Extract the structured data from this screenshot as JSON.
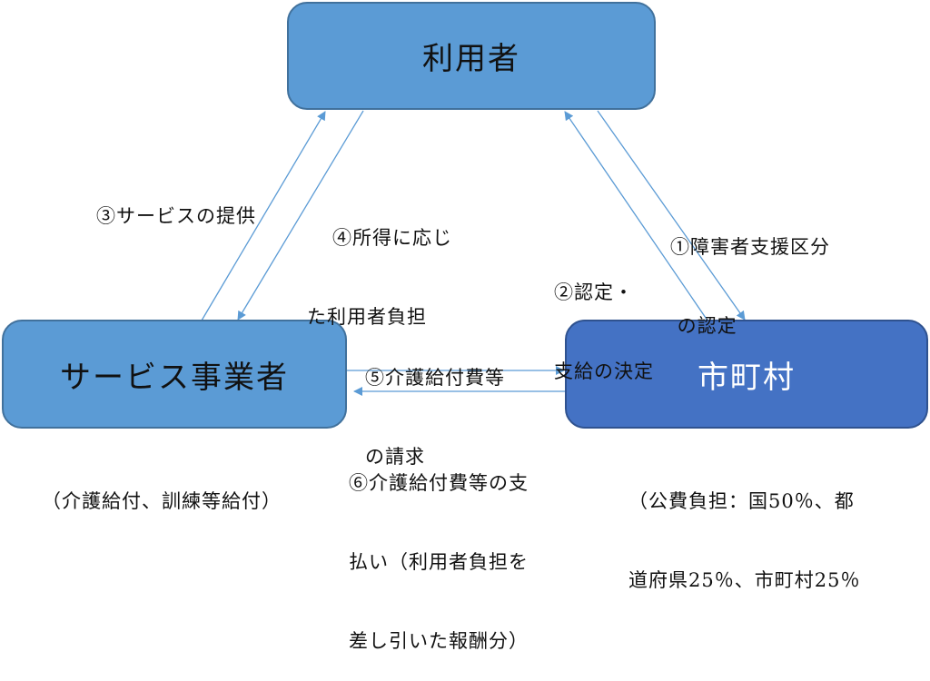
{
  "nodes": {
    "user": {
      "label": "利用者"
    },
    "provider": {
      "label": "サービス事業者",
      "note": "（介護給付、訓練等給付）"
    },
    "city": {
      "label": "市町村",
      "note_line1": "（公費負担：国50％、都",
      "note_line2": "道府県25％、市町村25％"
    }
  },
  "flows": [
    {
      "id": "1",
      "line1": "①障害者支援区分",
      "line2": " の認定",
      "from": "user",
      "to": "city"
    },
    {
      "id": "2",
      "line1": "②認定・",
      "line2": "支給の決定",
      "from": "city",
      "to": "user"
    },
    {
      "id": "3",
      "line1": "③サービスの提供",
      "from": "provider",
      "to": "user"
    },
    {
      "id": "4",
      "line1": "④所得に応じ",
      "line2": "た利用者負担",
      "from": "user",
      "to": "provider"
    },
    {
      "id": "5",
      "line1": "⑤介護給付費等",
      "line2": "の請求",
      "from": "provider",
      "to": "city"
    },
    {
      "id": "6",
      "line1": "⑥介護給付費等の支",
      "line2": "払い（利用者負担を",
      "line3": "差し引いた報酬分）",
      "from": "city",
      "to": "provider"
    }
  ],
  "colors": {
    "box_light": "#5B9BD5",
    "box_dark": "#4472C4",
    "arrow": "#5B9BD5"
  }
}
